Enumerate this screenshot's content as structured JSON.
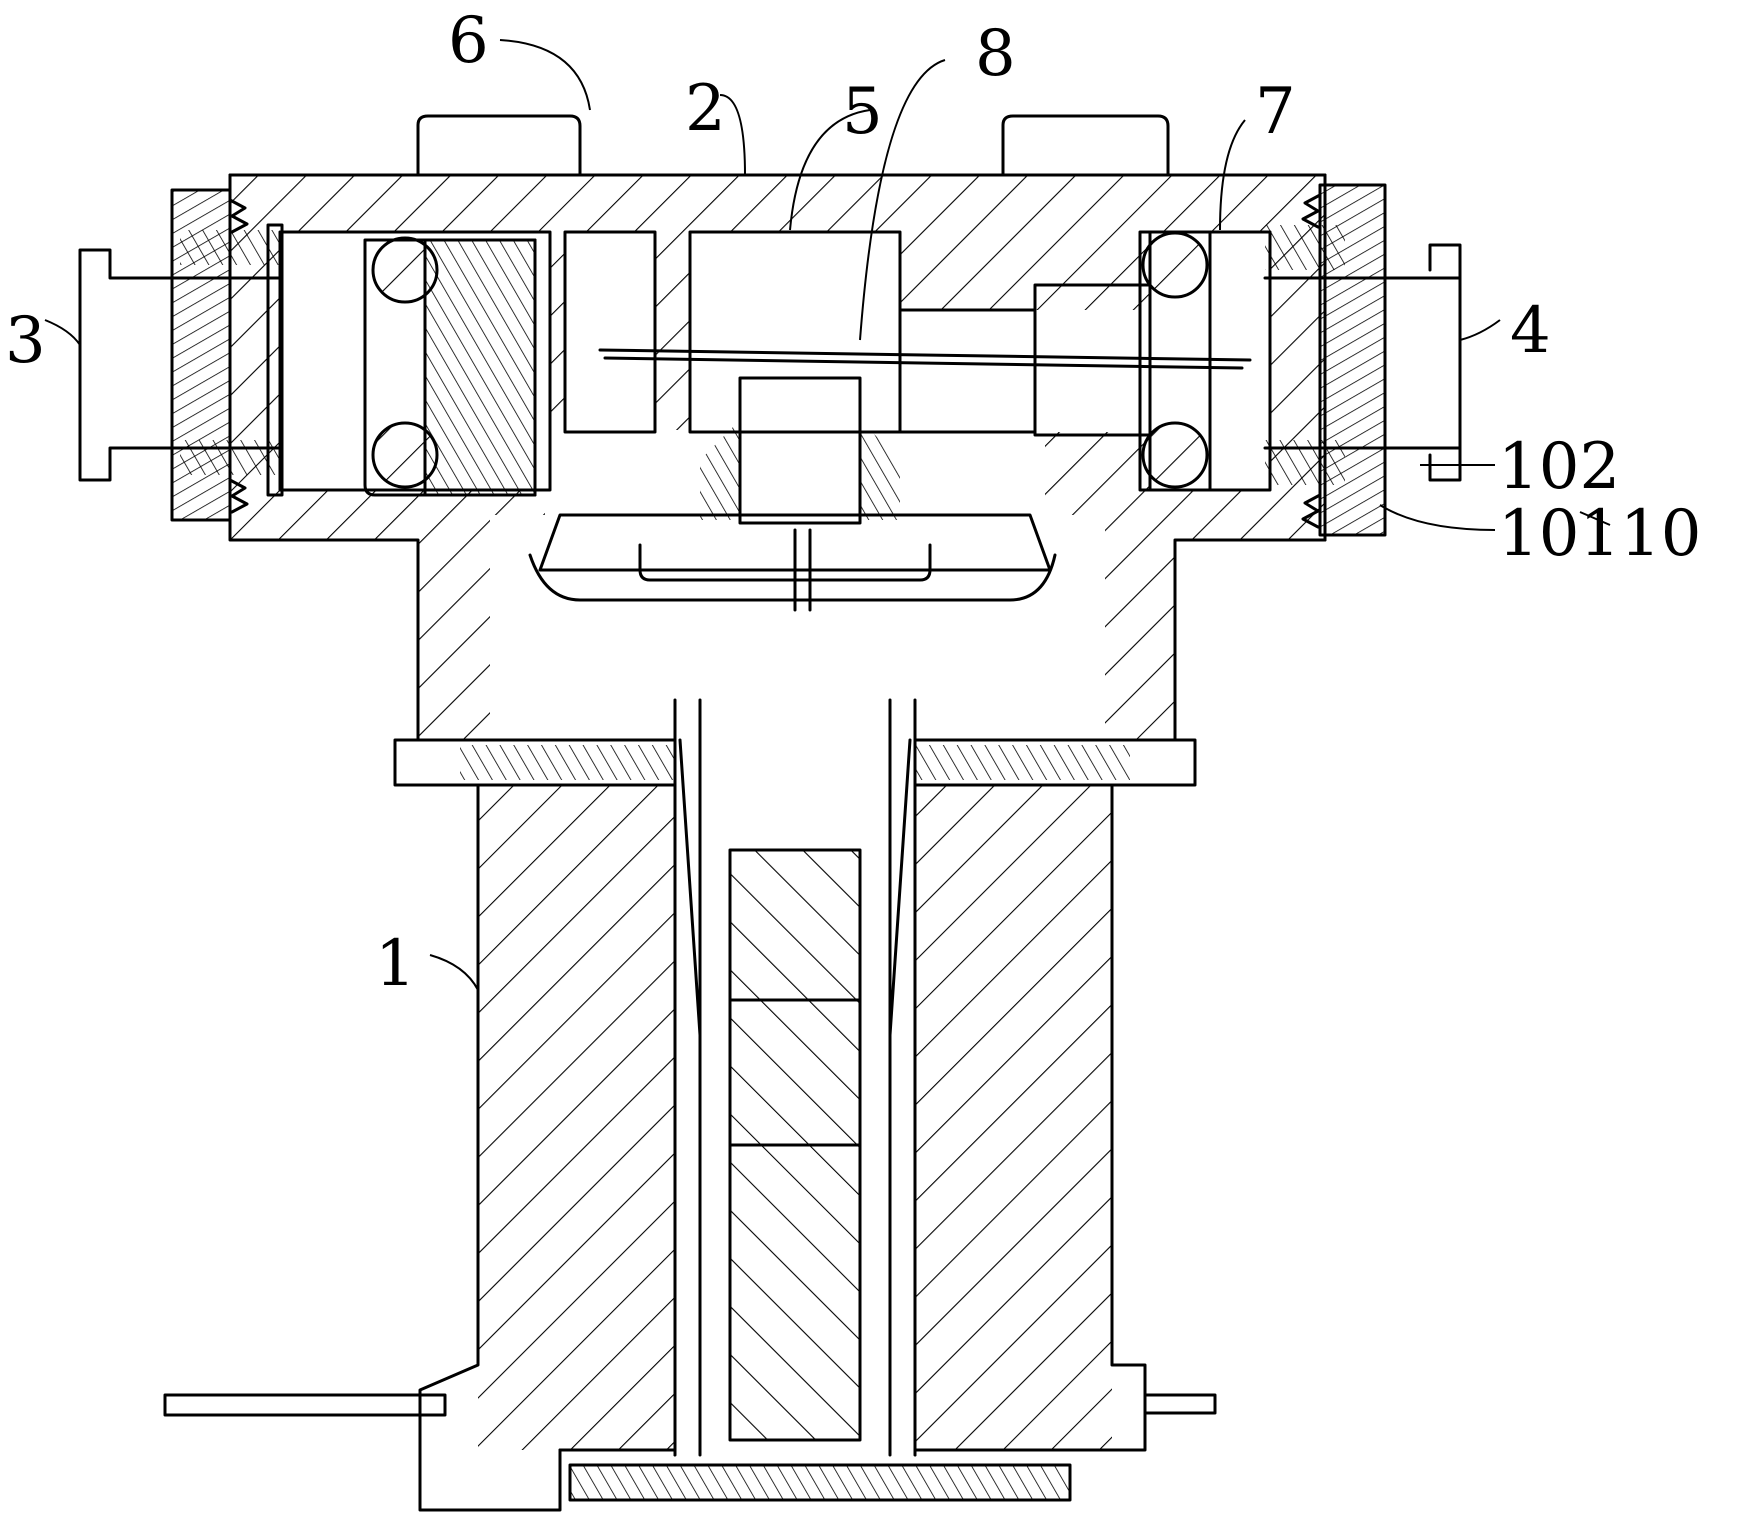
{
  "figure": {
    "labels": [
      {
        "id": "1",
        "text": "1"
      },
      {
        "id": "2",
        "text": "2"
      },
      {
        "id": "3",
        "text": "3"
      },
      {
        "id": "4",
        "text": "4"
      },
      {
        "id": "5",
        "text": "5"
      },
      {
        "id": "6",
        "text": "6"
      },
      {
        "id": "7",
        "text": "7"
      },
      {
        "id": "8",
        "text": "8"
      },
      {
        "id": "10",
        "text": "10"
      },
      {
        "id": "101",
        "text": "101"
      },
      {
        "id": "102",
        "text": "102"
      }
    ]
  },
  "colors": {
    "line": "#000000",
    "background": "#ffffff"
  }
}
